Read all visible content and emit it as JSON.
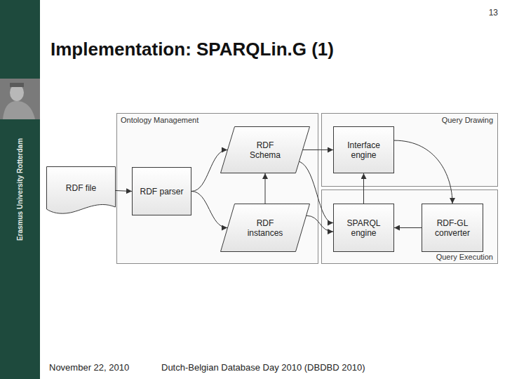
{
  "diagram": {
    "title": "Implementation: SPARQLin.G (1)",
    "nodes": [
      {
        "text": [
          "RDF file"
        ]
      },
      {
        "text": [
          "Ontology Management"
        ]
      },
      {
        "text": [
          "RDF parser"
        ],
        "in": 1
      },
      {
        "text": [
          "RDF Schema"
        ],
        "in": 1
      },
      {
        "text": [
          "RDF instances"
        ],
        "in": 1
      },
      {
        "text": [
          "Query Drawing"
        ]
      },
      {
        "text": [
          "Interface engine"
        ],
        "in": 5
      },
      {
        "text": [
          "Query Execution"
        ]
      },
      {
        "text": [
          "SPARQL engine"
        ],
        "in": 7
      },
      {
        "text": [
          "RDF-GL converter"
        ],
        "in": 7
      }
    ],
    "edges": [
      {
        "from": 0,
        "to": 2,
        "arrow": "to"
      },
      {
        "from": 2,
        "to": 3,
        "arrow": "to"
      },
      {
        "from": 2,
        "to": 4,
        "arrow": "to"
      },
      {
        "from": 4,
        "to": 3,
        "arrow": "to"
      },
      {
        "from": 3,
        "to": 6,
        "arrow": "to"
      },
      {
        "from": 3,
        "to": 8,
        "arrow": "to"
      },
      {
        "from": 4,
        "to": 8,
        "arrow": "to"
      },
      {
        "from": 8,
        "to": 6,
        "arrow": "to"
      },
      {
        "from": 6,
        "to": 9,
        "arrow": "to"
      },
      {
        "from": 9,
        "to": 8,
        "arrow": "to"
      }
    ],
    "labels": [
      "13",
      "Erasmus University Rotterdam",
      "November 22, 2010",
      "Dutch-Belgian Database Day 2010 (DBDBD 2010)"
    ]
  }
}
